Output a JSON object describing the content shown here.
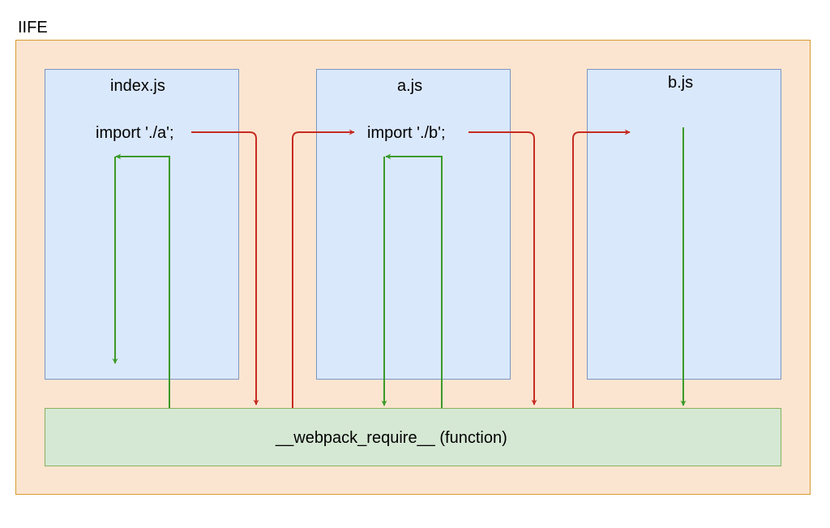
{
  "diagram": {
    "container_label": "IIFE",
    "modules": [
      {
        "title": "index.js",
        "statement": "import './a';"
      },
      {
        "title": "a.js",
        "statement": "import './b';"
      },
      {
        "title": "b.js",
        "statement": ""
      }
    ],
    "require_label": "__webpack_require__ (function)"
  },
  "colors": {
    "container_fill": "#fbe5d0",
    "container_border": "#d79b30",
    "module_fill": "#dae8fc",
    "module_border": "#7d95c2",
    "require_fill": "#d5e8d4",
    "require_border": "#86b15f",
    "call_arrow": "#c62b22",
    "return_arrow": "#3b9a28"
  }
}
